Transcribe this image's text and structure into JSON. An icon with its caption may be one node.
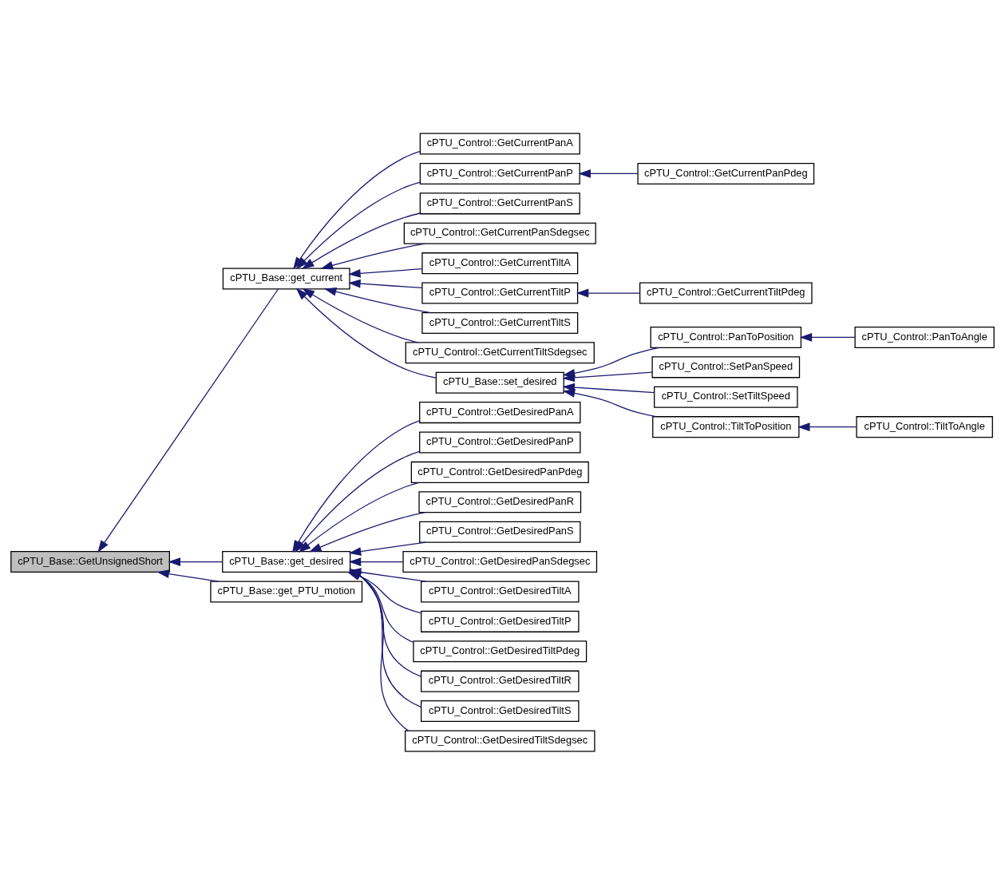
{
  "diagram": {
    "nodes": [
      {
        "text": [
          "cPTU_Base::GetUnsignedShort"
        ]
      },
      {
        "text": [
          "cPTU_Base::get_current"
        ]
      },
      {
        "text": [
          "cPTU_Base::get_desired"
        ]
      },
      {
        "text": [
          "cPTU_Base::get_PTU_motion"
        ]
      },
      {
        "text": [
          "cPTU_Control::GetCurrentPanA"
        ]
      },
      {
        "text": [
          "cPTU_Control::GetCurrentPanP"
        ]
      },
      {
        "text": [
          "cPTU_Control::GetCurrentPanPdeg"
        ]
      },
      {
        "text": [
          "cPTU_Control::GetCurrentPanS"
        ]
      },
      {
        "text": [
          "cPTU_Control::GetCurrentPanSdegsec"
        ]
      },
      {
        "text": [
          "cPTU_Control::GetCurrentTiltA"
        ]
      },
      {
        "text": [
          "cPTU_Control::GetCurrentTiltP"
        ]
      },
      {
        "text": [
          "cPTU_Control::GetCurrentTiltPdeg"
        ]
      },
      {
        "text": [
          "cPTU_Control::GetCurrentTiltS"
        ]
      },
      {
        "text": [
          "cPTU_Control::GetCurrentTiltSdegsec"
        ]
      },
      {
        "text": [
          "cPTU_Base::set_desired"
        ]
      },
      {
        "text": [
          "cPTU_Control::PanToPosition"
        ]
      },
      {
        "text": [
          "cPTU_Control::PanToAngle"
        ]
      },
      {
        "text": [
          "cPTU_Control::SetPanSpeed"
        ]
      },
      {
        "text": [
          "cPTU_Control::SetTiltSpeed"
        ]
      },
      {
        "text": [
          "cPTU_Control::TiltToPosition"
        ]
      },
      {
        "text": [
          "cPTU_Control::TiltToAngle"
        ]
      },
      {
        "text": [
          "cPTU_Control::GetDesiredPanA"
        ]
      },
      {
        "text": [
          "cPTU_Control::GetDesiredPanP"
        ]
      },
      {
        "text": [
          "cPTU_Control::GetDesiredPanPdeg"
        ]
      },
      {
        "text": [
          "cPTU_Control::GetDesiredPanR"
        ]
      },
      {
        "text": [
          "cPTU_Control::GetDesiredPanS"
        ]
      },
      {
        "text": [
          "cPTU_Control::GetDesiredPanSdegsec"
        ]
      },
      {
        "text": [
          "cPTU_Control::GetDesiredTiltA"
        ]
      },
      {
        "text": [
          "cPTU_Control::GetDesiredTiltP"
        ]
      },
      {
        "text": [
          "cPTU_Control::GetDesiredTiltPdeg"
        ]
      },
      {
        "text": [
          "cPTU_Control::GetDesiredTiltR"
        ]
      },
      {
        "text": [
          "cPTU_Control::GetDesiredTiltS"
        ]
      },
      {
        "text": [
          "cPTU_Control::GetDesiredTiltSdegsec"
        ]
      }
    ],
    "edges": [
      {
        "from": 1,
        "to": 0,
        "arrow": "to"
      },
      {
        "from": 2,
        "to": 0,
        "arrow": "to"
      },
      {
        "from": 3,
        "to": 0,
        "arrow": "to"
      },
      {
        "from": 4,
        "to": 1,
        "arrow": "to"
      },
      {
        "from": 5,
        "to": 1,
        "arrow": "to"
      },
      {
        "from": 7,
        "to": 1,
        "arrow": "to"
      },
      {
        "from": 8,
        "to": 1,
        "arrow": "to"
      },
      {
        "from": 9,
        "to": 1,
        "arrow": "to"
      },
      {
        "from": 10,
        "to": 1,
        "arrow": "to"
      },
      {
        "from": 12,
        "to": 1,
        "arrow": "to"
      },
      {
        "from": 13,
        "to": 1,
        "arrow": "to"
      },
      {
        "from": 14,
        "to": 1,
        "arrow": "to"
      },
      {
        "from": 6,
        "to": 5,
        "arrow": "to"
      },
      {
        "from": 11,
        "to": 10,
        "arrow": "to"
      },
      {
        "from": 15,
        "to": 14,
        "arrow": "to"
      },
      {
        "from": 17,
        "to": 14,
        "arrow": "to"
      },
      {
        "from": 18,
        "to": 14,
        "arrow": "to"
      },
      {
        "from": 19,
        "to": 14,
        "arrow": "to"
      },
      {
        "from": 16,
        "to": 15,
        "arrow": "to"
      },
      {
        "from": 20,
        "to": 19,
        "arrow": "to"
      },
      {
        "from": 21,
        "to": 2,
        "arrow": "to"
      },
      {
        "from": 22,
        "to": 2,
        "arrow": "to"
      },
      {
        "from": 23,
        "to": 2,
        "arrow": "to"
      },
      {
        "from": 24,
        "to": 2,
        "arrow": "to"
      },
      {
        "from": 25,
        "to": 2,
        "arrow": "to"
      },
      {
        "from": 26,
        "to": 2,
        "arrow": "to"
      },
      {
        "from": 27,
        "to": 2,
        "arrow": "to"
      },
      {
        "from": 28,
        "to": 2,
        "arrow": "to"
      },
      {
        "from": 29,
        "to": 2,
        "arrow": "to"
      },
      {
        "from": 30,
        "to": 2,
        "arrow": "to"
      },
      {
        "from": 31,
        "to": 2,
        "arrow": "to"
      },
      {
        "from": 32,
        "to": 2,
        "arrow": "to"
      }
    ]
  }
}
